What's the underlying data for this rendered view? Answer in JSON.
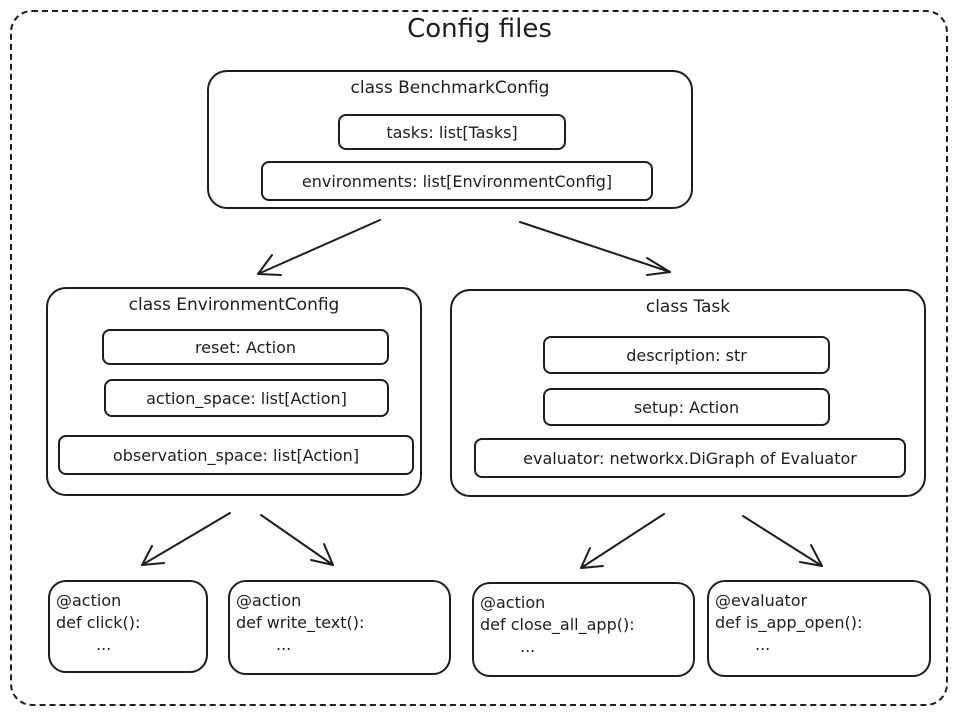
{
  "title": "Config files",
  "benchmark": {
    "class_name": "class BenchmarkConfig",
    "fields": [
      "tasks: list[Tasks]",
      "environments: list[EnvironmentConfig]"
    ]
  },
  "environment": {
    "class_name": "class EnvironmentConfig",
    "fields": [
      "reset: Action",
      "action_space: list[Action]",
      "observation_space: list[Action]"
    ]
  },
  "task": {
    "class_name": "class Task",
    "fields": [
      "description: str",
      "setup: Action",
      "evaluator: networkx.DiGraph of Evaluator"
    ]
  },
  "functions": [
    {
      "decorator": "@action",
      "signature": "def click():",
      "body": "..."
    },
    {
      "decorator": "@action",
      "signature": "def write_text():",
      "body": "..."
    },
    {
      "decorator": "@action",
      "signature": "def close_all_app():",
      "body": "..."
    },
    {
      "decorator": "@evaluator",
      "signature": "def is_app_open():",
      "body": "..."
    }
  ]
}
